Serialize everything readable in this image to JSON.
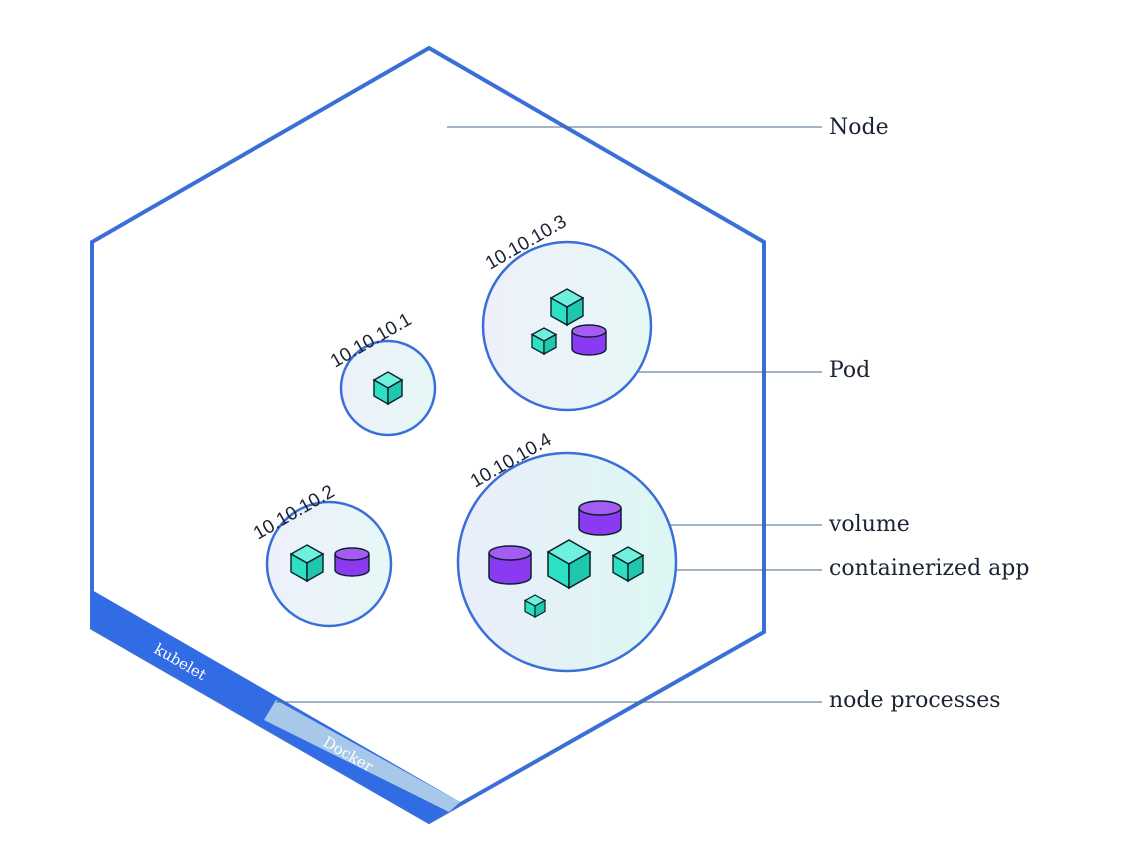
{
  "labels": {
    "node": "Node",
    "pod": "Pod",
    "volume": "volume",
    "containerized_app": "containerized app",
    "node_processes": "node processes"
  },
  "pods": [
    {
      "ip": "10.10.10.1"
    },
    {
      "ip": "10.10.10.2"
    },
    {
      "ip": "10.10.10.3"
    },
    {
      "ip": "10.10.10.4"
    }
  ],
  "processes": {
    "kubelet": "kubelet",
    "docker": "Docker"
  },
  "colors": {
    "node_border": "#3a6fd8",
    "pod_border": "#3a6fd8",
    "container": "#2de0c4",
    "volume": "#8a3af0",
    "kubelet_band": "#326ce5",
    "docker_band": "#a8c8ea"
  }
}
